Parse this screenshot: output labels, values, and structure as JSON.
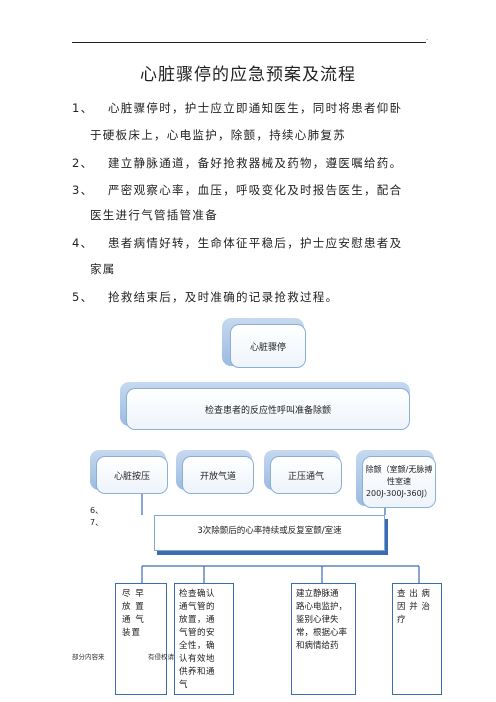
{
  "header_mark": ".",
  "title": "心脏骤停的应急预案及流程",
  "steps": [
    {
      "num": "1、",
      "text": "心脏骤停时，护士应立即通知医生，同时将患者仰卧",
      "cont": "于硬板床上，心电监护，除颤，持续心肺复苏"
    },
    {
      "num": "2、",
      "text": "建立静脉通道，备好抢救器械及药物，遵医嘱给药。"
    },
    {
      "num": "3、",
      "text": "严密观察心率，血压，呼吸变化及时报告医生，配合",
      "cont": "医生进行气管插管准备"
    },
    {
      "num": "4、",
      "text": "患者病情好转，生命体征平稳后，护士应安慰患者及",
      "cont": "家属"
    },
    {
      "num": "5、",
      "text": "抢救结束后，及时准确的记录抢救过程。"
    }
  ],
  "flow": {
    "top": "心脏骤停",
    "check": "检查患者的反应性呼叫准备除颤",
    "branches": [
      "心脏按压",
      "开放气道",
      "正压通气",
      "除颤（室颤/无脉搏性室速",
      "200J-300J-360J）"
    ],
    "side_numbers": [
      "6、",
      "7、"
    ],
    "after_shock": "3次除颤后的心率持续或反复室颤/室速",
    "outcomes": [
      [
        "尽 早",
        "放 置",
        "通 气",
        "装置"
      ],
      [
        "检查确认",
        "通气管的",
        "放置，通",
        "气管的安",
        "全性，确",
        "认有效地",
        "供养和通",
        "气"
      ],
      [
        "建立静脉通",
        "路心电监护，",
        "鉴别心律失",
        "常，根据心率",
        "和病情给药"
      ],
      [
        "查 出 病",
        "因 并 治",
        "疗"
      ]
    ]
  },
  "footer": {
    "left": "部分内容来",
    "mid": "有侵权请"
  }
}
